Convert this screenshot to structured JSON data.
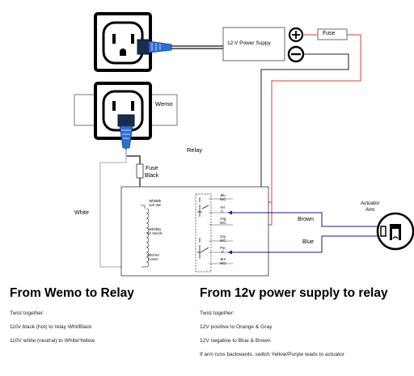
{
  "labels": {
    "power_supply": "12 V Power Suppy",
    "fuse_top": "Fuse",
    "wemo": "Wemo",
    "relay": "Relay",
    "fuse_left_1": "Fuse",
    "fuse_left_2": "Black",
    "white": "White",
    "brown": "Brown",
    "blue": "Blue",
    "actuator_1": "Actuator",
    "actuator_2": "Arm",
    "coil_1_a": "Wht/Blk",
    "coil_1_b": "120 Vac",
    "coil_2_a": "Wht/Blu",
    "coil_2_b": "24 Vac/dc",
    "coil_3_a": "Wht/Yel",
    "coil_3_b": "Comm",
    "t_blu_a": "Blu",
    "t_blu_b": "N/C",
    "t_yel_a": "Yel",
    "t_yel_b": "C",
    "t_org_a": "Org",
    "t_org_b": "N/O",
    "t_gry_a": "Gry",
    "t_gry_b": "N/C",
    "t_prp_a": "Prp",
    "t_prp_b": "C",
    "t_brn_a": "Brn",
    "t_brn_b": "N/O"
  },
  "sections": {
    "left": {
      "heading": "From Wemo to Relay",
      "lines": [
        "Twist together:",
        "110v black (hot) to relay Wht/Black",
        "110V white (neutral) to White/Yellow"
      ]
    },
    "right": {
      "heading": "From 12v power supply to relay",
      "lines": [
        "Twist together:",
        "12V positive to Orange & Gray",
        "12V negative to Blue & Brown",
        "If arm runs backwards, switch Yellow/Purple leads to actuator"
      ]
    }
  },
  "colors": {
    "red_wire": "#e53935",
    "blue_wire": "#1a1a8c",
    "cord_blue": "#2c6fd6"
  }
}
